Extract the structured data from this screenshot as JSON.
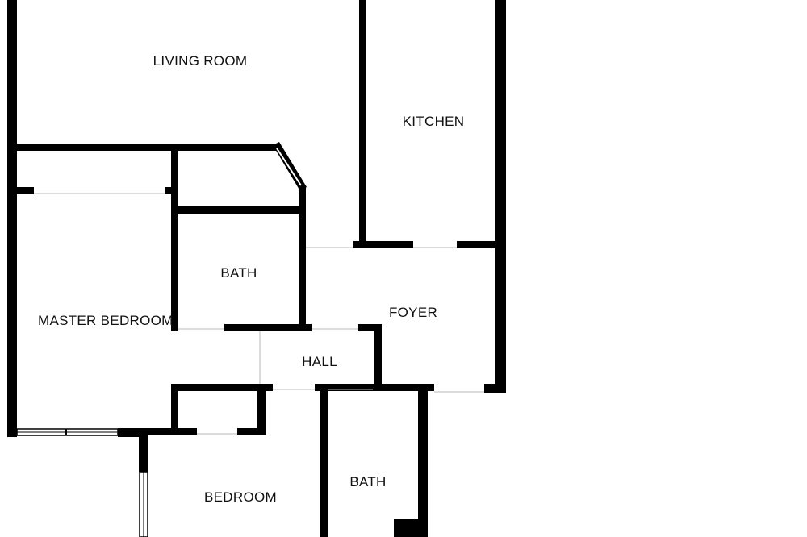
{
  "rooms": {
    "living_room": "LIVING ROOM",
    "kitchen": "KITCHEN",
    "bath_upper": "BATH",
    "master_bedroom": "MASTER BEDROOM",
    "foyer": "FOYER",
    "hall": "HALL",
    "bedroom": "BEDROOM",
    "bath_lower": "BATH"
  },
  "colors": {
    "wall": "#000000",
    "background": "#ffffff"
  }
}
